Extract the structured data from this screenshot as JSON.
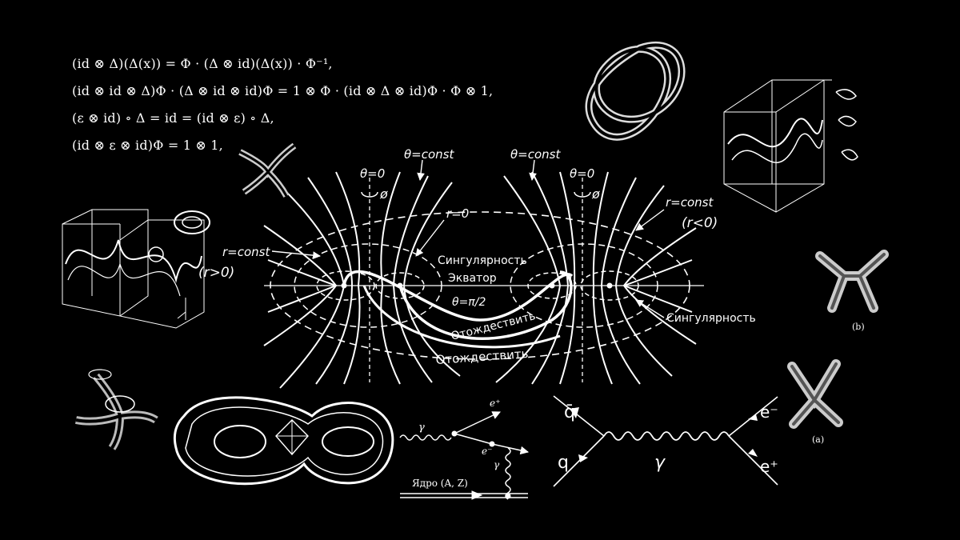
{
  "equations": [
    "(id ⊗ Δ)(Δ(x)) = Φ · (Δ ⊗ id)(Δ(x)) · Φ⁻¹,",
    "(id ⊗ id ⊗ Δ)Φ · (Δ ⊗ id ⊗ id)Φ = 1 ⊗ Φ · (id ⊗ Δ ⊗ id)Φ · Φ ⊗ 1,",
    "(ε ⊗ id) ∘ Δ = id = (id ⊗ ε) ∘ Δ,",
    "(id ⊗ ε ⊗ id)Φ = 1 ⊗ 1,"
  ],
  "kerr_diagram": {
    "theta_const_left": "θ=const",
    "theta_const_right": "θ=const",
    "theta_zero_left": "θ=0",
    "theta_zero_right": "θ=0",
    "phi_left": "ø",
    "phi_right": "ø",
    "r_zero": "r=0",
    "r_const_left": "r=const",
    "r_positive": "(r>0)",
    "r_const_right": "r=const",
    "r_negative": "(r<0)",
    "singularity_center": "Сингулярность",
    "equator": "Экватор",
    "theta_half_pi": "θ=π/2",
    "identify_upper": "Отождествить",
    "identify_lower": "Отождествить",
    "singularity_right": "Сингулярность"
  },
  "nucleus_diagram": {
    "gamma_incoming": "γ",
    "positron": "e⁺",
    "electron": "e⁻",
    "gamma_virtual": "γ",
    "nucleus": "Ядро (A, Z)"
  },
  "feynman_diagram": {
    "antiquark": "q̄",
    "quark": "q",
    "photon": "γ",
    "electron": "e⁻",
    "positron": "e⁺"
  },
  "figure_labels": {
    "label_b": "(b)",
    "label_a": "(a)"
  }
}
